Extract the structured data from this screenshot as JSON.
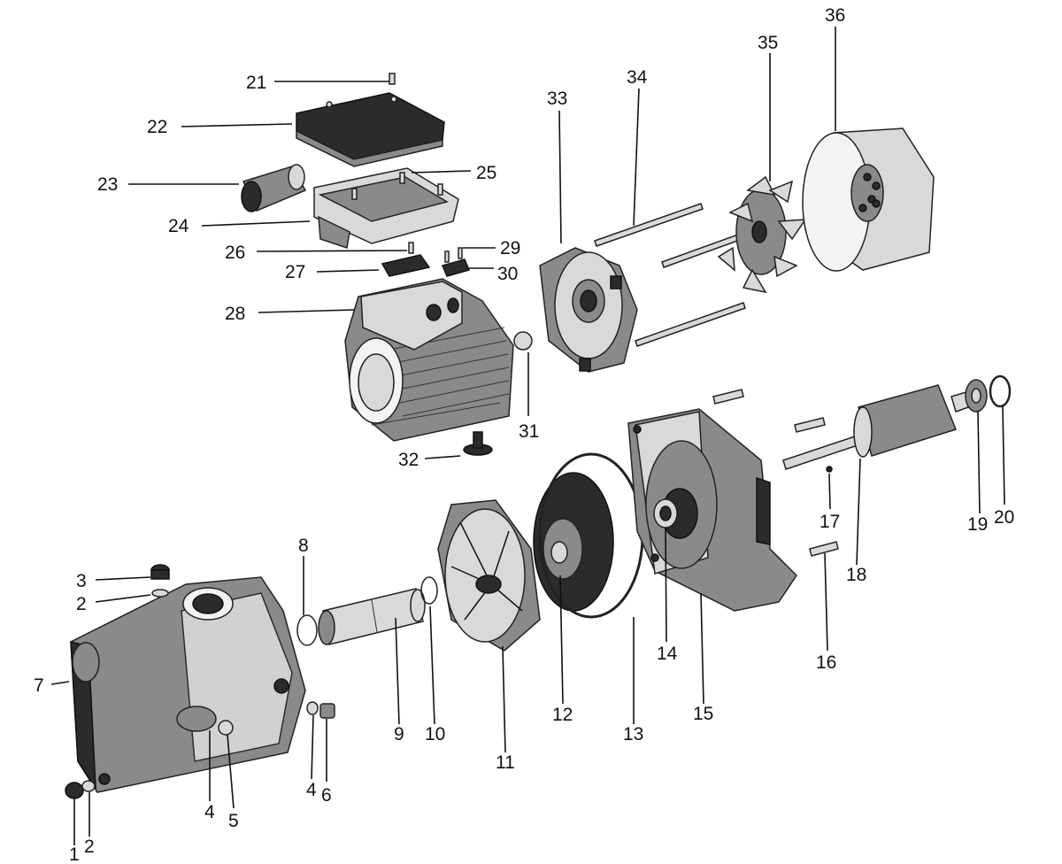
{
  "diagram": {
    "callouts": [
      {
        "id": "1",
        "text": "1"
      },
      {
        "id": "2a",
        "text": "2"
      },
      {
        "id": "2b",
        "text": "2"
      },
      {
        "id": "3",
        "text": "3"
      },
      {
        "id": "4a",
        "text": "4"
      },
      {
        "id": "4b",
        "text": "4"
      },
      {
        "id": "5",
        "text": "5"
      },
      {
        "id": "6",
        "text": "6"
      },
      {
        "id": "7",
        "text": "7"
      },
      {
        "id": "8",
        "text": "8"
      },
      {
        "id": "9",
        "text": "9"
      },
      {
        "id": "10",
        "text": "10"
      },
      {
        "id": "11",
        "text": "11"
      },
      {
        "id": "12",
        "text": "12"
      },
      {
        "id": "13",
        "text": "13"
      },
      {
        "id": "14",
        "text": "14"
      },
      {
        "id": "15",
        "text": "15"
      },
      {
        "id": "16",
        "text": "16"
      },
      {
        "id": "17",
        "text": "17"
      },
      {
        "id": "18",
        "text": "18"
      },
      {
        "id": "19",
        "text": "19"
      },
      {
        "id": "20",
        "text": "20"
      },
      {
        "id": "21",
        "text": "21"
      },
      {
        "id": "22",
        "text": "22"
      },
      {
        "id": "23",
        "text": "23"
      },
      {
        "id": "24",
        "text": "24"
      },
      {
        "id": "25",
        "text": "25"
      },
      {
        "id": "26",
        "text": "26"
      },
      {
        "id": "27",
        "text": "27"
      },
      {
        "id": "28",
        "text": "28"
      },
      {
        "id": "29",
        "text": "29"
      },
      {
        "id": "30",
        "text": "30"
      },
      {
        "id": "31",
        "text": "31"
      },
      {
        "id": "32",
        "text": "32"
      },
      {
        "id": "33",
        "text": "33"
      },
      {
        "id": "34",
        "text": "34"
      },
      {
        "id": "35",
        "text": "35"
      },
      {
        "id": "36",
        "text": "36"
      }
    ]
  }
}
